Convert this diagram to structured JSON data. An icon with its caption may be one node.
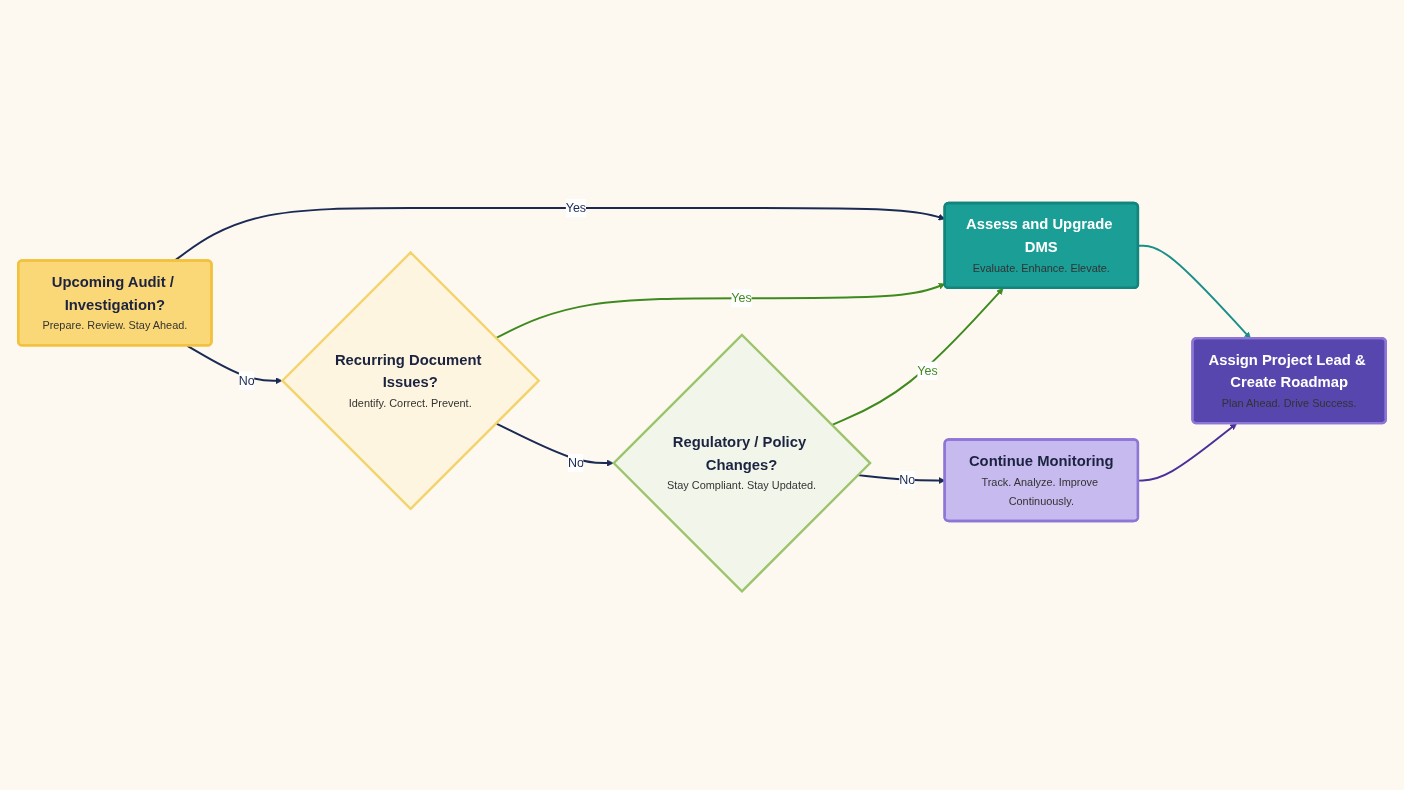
{
  "diagram": {
    "nodes": [
      {
        "text": [
          "Upcoming Audit / Investigation?",
          "Prepare. Review. Stay Ahead."
        ]
      },
      {
        "text": [
          "Recurring Document Issues?",
          "Identify. Correct. Prevent."
        ]
      },
      {
        "text": [
          "Regulatory / Policy Changes?",
          "Stay Compliant. Stay Updated."
        ]
      },
      {
        "text": [
          "Assess and Upgrade DMS",
          "Evaluate. Enhance. Elevate."
        ]
      },
      {
        "text": [
          "Continue Monitoring",
          "Track. Analyze. Improve Continuously."
        ]
      },
      {
        "text": [
          "Assign Project Lead & Create Roadmap",
          "Plan Ahead. Drive Success."
        ]
      }
    ],
    "edges": [
      {
        "from": 0,
        "to": 1,
        "arrow": "to",
        "label": "No"
      },
      {
        "from": 1,
        "to": 2,
        "arrow": "to",
        "label": "No"
      },
      {
        "from": 2,
        "to": 4,
        "arrow": "to",
        "label": "No"
      },
      {
        "from": 0,
        "to": 3,
        "arrow": "to",
        "label": "Yes"
      },
      {
        "from": 1,
        "to": 3,
        "arrow": "to",
        "label": "Yes",
        "color": "#3f8a1f"
      },
      {
        "from": 2,
        "to": 3,
        "arrow": "to",
        "label": "Yes",
        "color": "#3f8a1f"
      },
      {
        "from": 3,
        "to": 5,
        "arrow": "to",
        "color": "#1a8f8a"
      },
      {
        "from": 4,
        "to": 5,
        "arrow": "to",
        "color": "#4b2f9a"
      }
    ]
  }
}
